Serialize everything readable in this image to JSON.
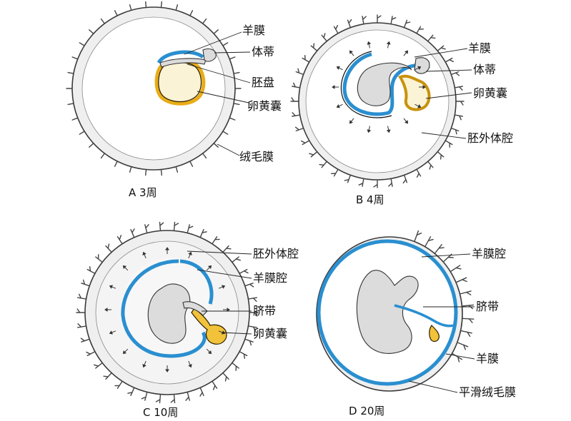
{
  "panel_a": {
    "caption": "A 3周",
    "labels": {
      "amnion": "羊膜",
      "body_stalk": "体蒂",
      "embryonic_disc": "胚盘",
      "yolk_sac": "卵黄囊",
      "chorion": "绒毛膜"
    }
  },
  "panel_b": {
    "caption": "B 4周",
    "labels": {
      "amnion": "羊膜",
      "body_stalk": "体蒂",
      "yolk_sac": "卵黄囊",
      "extraembryonic_coelom": "胚外体腔"
    }
  },
  "panel_c": {
    "caption": "C 10周",
    "labels": {
      "extraembryonic_coelom": "胚外体腔",
      "amniotic_cavity": "羊膜腔",
      "umbilical_cord": "脐带",
      "yolk_sac": "卵黄囊"
    }
  },
  "panel_d": {
    "caption": "D 20周",
    "labels": {
      "amniotic_cavity": "羊膜腔",
      "umbilical_cord": "脐带",
      "amnion": "羊膜",
      "smooth_chorion": "平滑绒毛膜"
    }
  },
  "colors": {
    "amnion": "#2a8fd0",
    "yolk_sac": "#f2c23a",
    "tissue": "#efefef"
  }
}
